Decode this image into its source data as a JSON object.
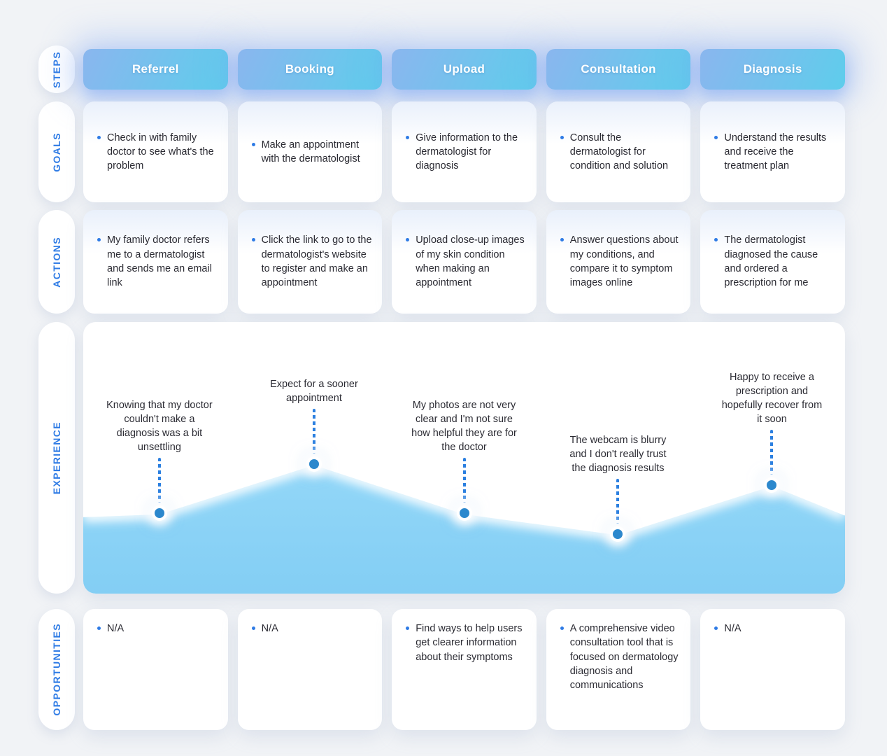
{
  "row_labels": {
    "steps": "STEPS",
    "goals": "GOALS",
    "actions": "ACTIONS",
    "experience": "EXPERIENCE",
    "opportunities": "OPPORTUNITIES"
  },
  "steps": [
    "Referrel",
    "Booking",
    "Upload",
    "Consultation",
    "Diagnosis"
  ],
  "goals": [
    "Check in with family doctor to see what's the problem",
    "Make an appointment with the dermatologist",
    "Give information to the dermatologist for diagnosis",
    "Consult the dermatologist for condition and solution",
    "Understand the results and receive the treatment plan"
  ],
  "actions": [
    "My family doctor refers me to a dermatologist and sends me an email link",
    "Click the link to go to the dermatologist's website to register and make an appointment",
    "Upload close-up images of my skin condition when making an appointment",
    "Answer questions about my conditions, and compare it to symptom images online",
    "The dermatologist diagnosed the cause and ordered a prescription for me"
  ],
  "opportunities": [
    "N/A",
    "N/A",
    "Find ways to help users get clearer information about their symptoms",
    "A comprehensive video consultation tool that is focused on dermatology diagnosis and communications",
    "N/A"
  ],
  "chart_data": {
    "type": "area",
    "title": "",
    "categories": [
      "Referrel",
      "Booking",
      "Upload",
      "Consultation",
      "Diagnosis"
    ],
    "points": [
      {
        "step": "Referrel",
        "x_frac": 0.1,
        "y_frac": 0.704,
        "annotation": "Knowing that my doctor couldn't make a diagnosis was a bit unsettling"
      },
      {
        "step": "Booking",
        "x_frac": 0.303,
        "y_frac": 0.523,
        "annotation": "Expect for a sooner appointment"
      },
      {
        "step": "Upload",
        "x_frac": 0.5,
        "y_frac": 0.704,
        "annotation": "My photos are not very clear and I'm not sure how helpful they are for the doctor"
      },
      {
        "step": "Consultation",
        "x_frac": 0.702,
        "y_frac": 0.781,
        "annotation": "The webcam is blurry and I don't really trust the diagnosis results"
      },
      {
        "step": "Diagnosis",
        "x_frac": 0.904,
        "y_frac": 0.6,
        "annotation": "Happy to receive a prescription and hopefully recover from it soon"
      }
    ],
    "edge_left_y_frac": 0.715,
    "edge_right_y_frac": 0.709,
    "legend": "none",
    "grid": false,
    "colors": {
      "area_top": "#93D7F8",
      "area_bottom": "#83CEF4",
      "line": "#FFFFFF",
      "dot": "#2C88CD",
      "connector": "#2B7FE0",
      "accent": "#2E7BE5",
      "step_gradient_start": "#8AB6EE",
      "step_gradient_end": "#5ECDEC"
    }
  }
}
